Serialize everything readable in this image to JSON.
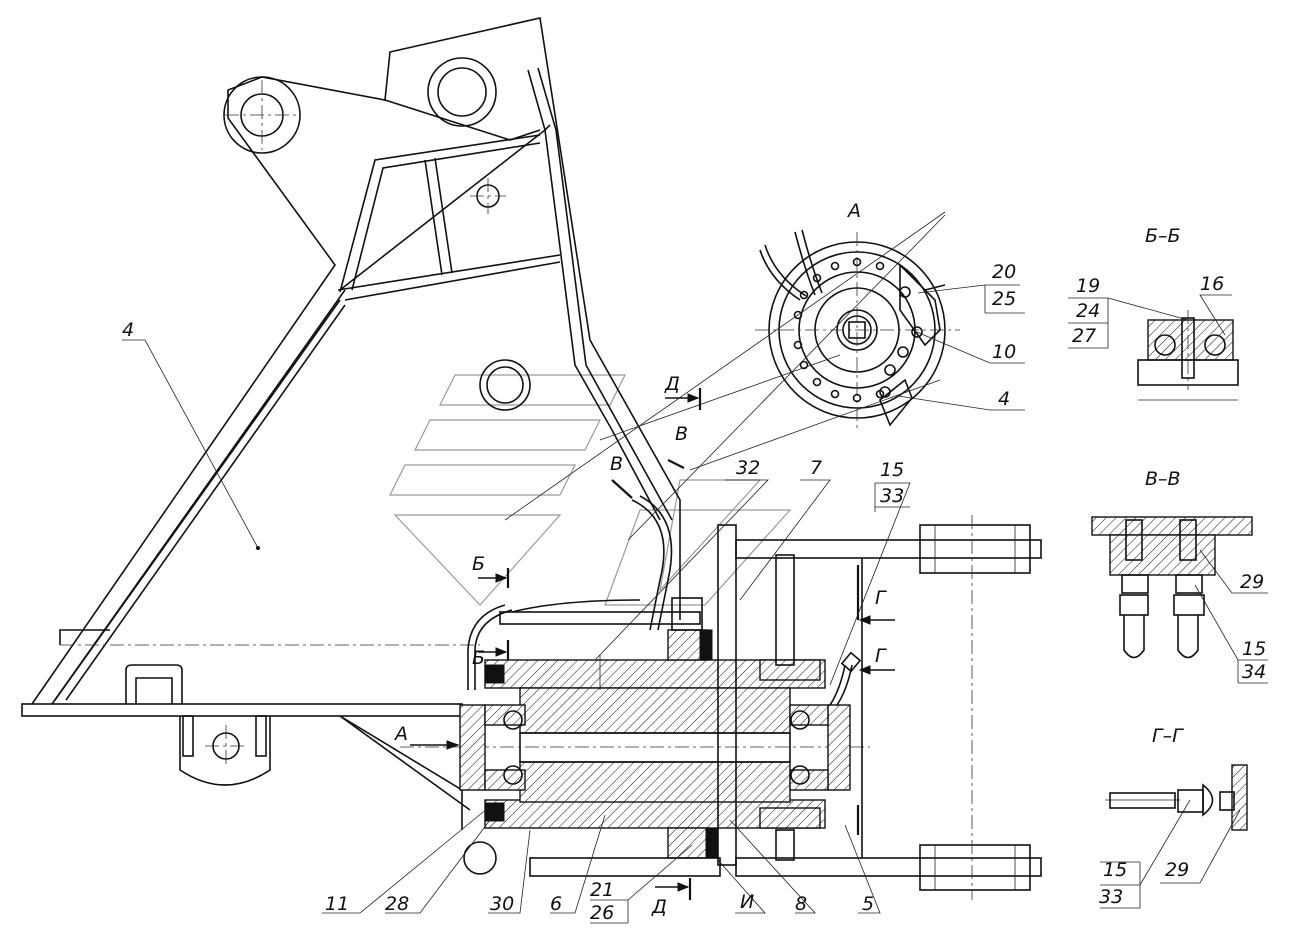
{
  "views": {
    "main_label": "4",
    "detail_a": "А",
    "section_bb": "Б–Б",
    "section_vv": "В–В",
    "section_gg": "Г–Г"
  },
  "cut_marks": {
    "d_top": "Д",
    "d_bottom": "Д",
    "v1": "В",
    "v2": "В",
    "b1": "Б",
    "b2": "Б",
    "g1": "Г",
    "g2": "Г",
    "a": "А",
    "i": "И"
  },
  "callouts": {
    "detail_a": [
      "20",
      "25",
      "10",
      "4"
    ],
    "section_bb": [
      "19",
      "24",
      "27",
      "16"
    ],
    "section_vv": [
      "29",
      "15",
      "34"
    ],
    "section_gg": [
      "15",
      "33",
      "29"
    ],
    "main_top": [
      "32",
      "7",
      "15",
      "33"
    ],
    "main_bottom": [
      "11",
      "28",
      "30",
      "6",
      "21",
      "26",
      "8",
      "5"
    ]
  }
}
